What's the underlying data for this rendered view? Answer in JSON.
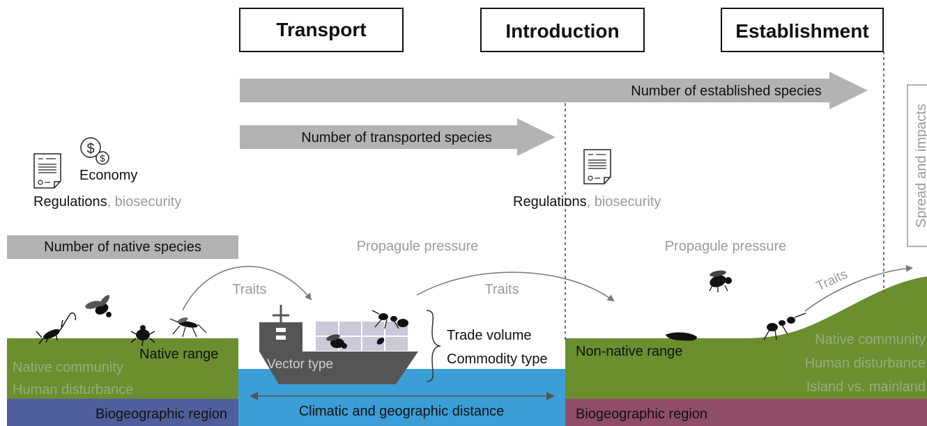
{
  "stages": {
    "transport": "Transport",
    "introduction": "Introduction",
    "establishment": "Establishment"
  },
  "arrows": {
    "established": "Number of established species",
    "transported": "Number of transported species",
    "native": "Number of native species"
  },
  "left": {
    "economy": "Economy",
    "regulations": "Regulations",
    "biosecurity": ", biosecurity",
    "native_range": "Native range",
    "native_community": "Native community",
    "human_disturbance": "Human disturbance",
    "biogeographic_region": "Biogeographic region"
  },
  "middle": {
    "regulations": "Regulations",
    "biosecurity": ", biosecurity",
    "propagule_pressure_1": "Propagule pressure",
    "traits_1": "Traits",
    "traits_2": "Traits",
    "vector_type": "Vector type",
    "trade_volume": "Trade volume",
    "commodity_type": "Commodity type",
    "climatic_distance": "Climatic and geographic distance"
  },
  "right": {
    "propagule_pressure_2": "Propagule pressure",
    "traits_3": "Traits",
    "non_native_range": "Non-native range",
    "native_community": "Native community",
    "human_disturbance": "Human disturbance",
    "island_mainland": "Island vs. mainland",
    "biogeographic_region": "Biogeographic region",
    "spread_impacts": "Spread and impacts"
  },
  "colors": {
    "grey_arrow": "#b3b3b3",
    "green": "#6b8e2f",
    "water": "#3b9ed6",
    "left_region": "#4e5f9c",
    "right_region": "#8f4d6a",
    "ship": "#555555",
    "light_text": "#9b9b9b"
  }
}
